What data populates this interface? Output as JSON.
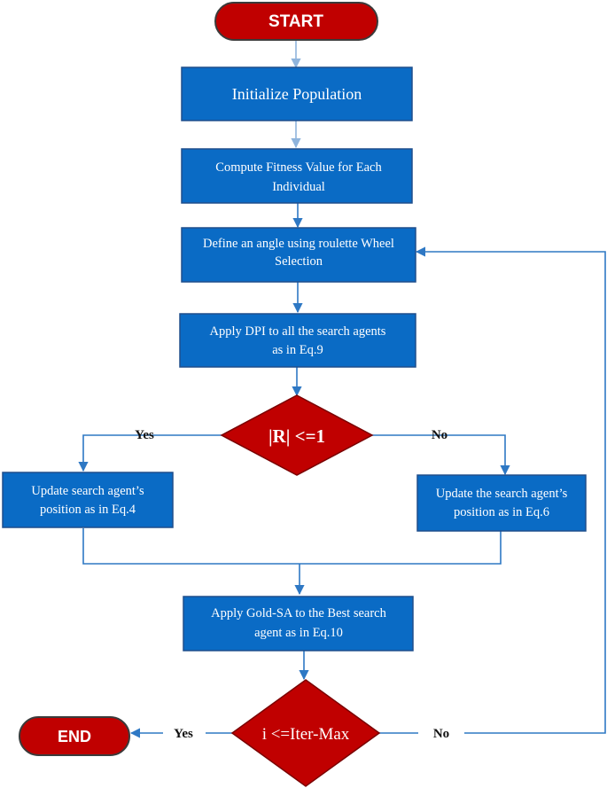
{
  "colors": {
    "process_fill": "#0a6bc5",
    "process_stroke": "#1f4e8c",
    "terminal_fill": "#c00000",
    "terminal_stroke": "#3b3b3b",
    "decision_fill": "#c00000",
    "connector": "#2e78c4"
  },
  "nodes": {
    "start": "START",
    "init": "Initialize Population",
    "fitness": [
      "Compute Fitness Value for Each",
      "Individual"
    ],
    "angle": [
      "Define an angle using roulette Wheel",
      "Selection"
    ],
    "dpi": [
      "Apply DPI to all the search agents",
      "as in Eq.9"
    ],
    "decision_r": "|R| <=1",
    "update_left": [
      "Update search agent’s",
      "position as in Eq.4"
    ],
    "update_right": [
      "Update the search agent’s",
      "position as in Eq.6"
    ],
    "gold": [
      "Apply Gold-SA to the Best search",
      "agent as in  Eq.10"
    ],
    "decision_iter": "i <=Iter-Max",
    "end": "END"
  },
  "labels": {
    "r_yes": "Yes",
    "r_no": "No",
    "iter_yes": "Yes",
    "iter_no": "No"
  }
}
